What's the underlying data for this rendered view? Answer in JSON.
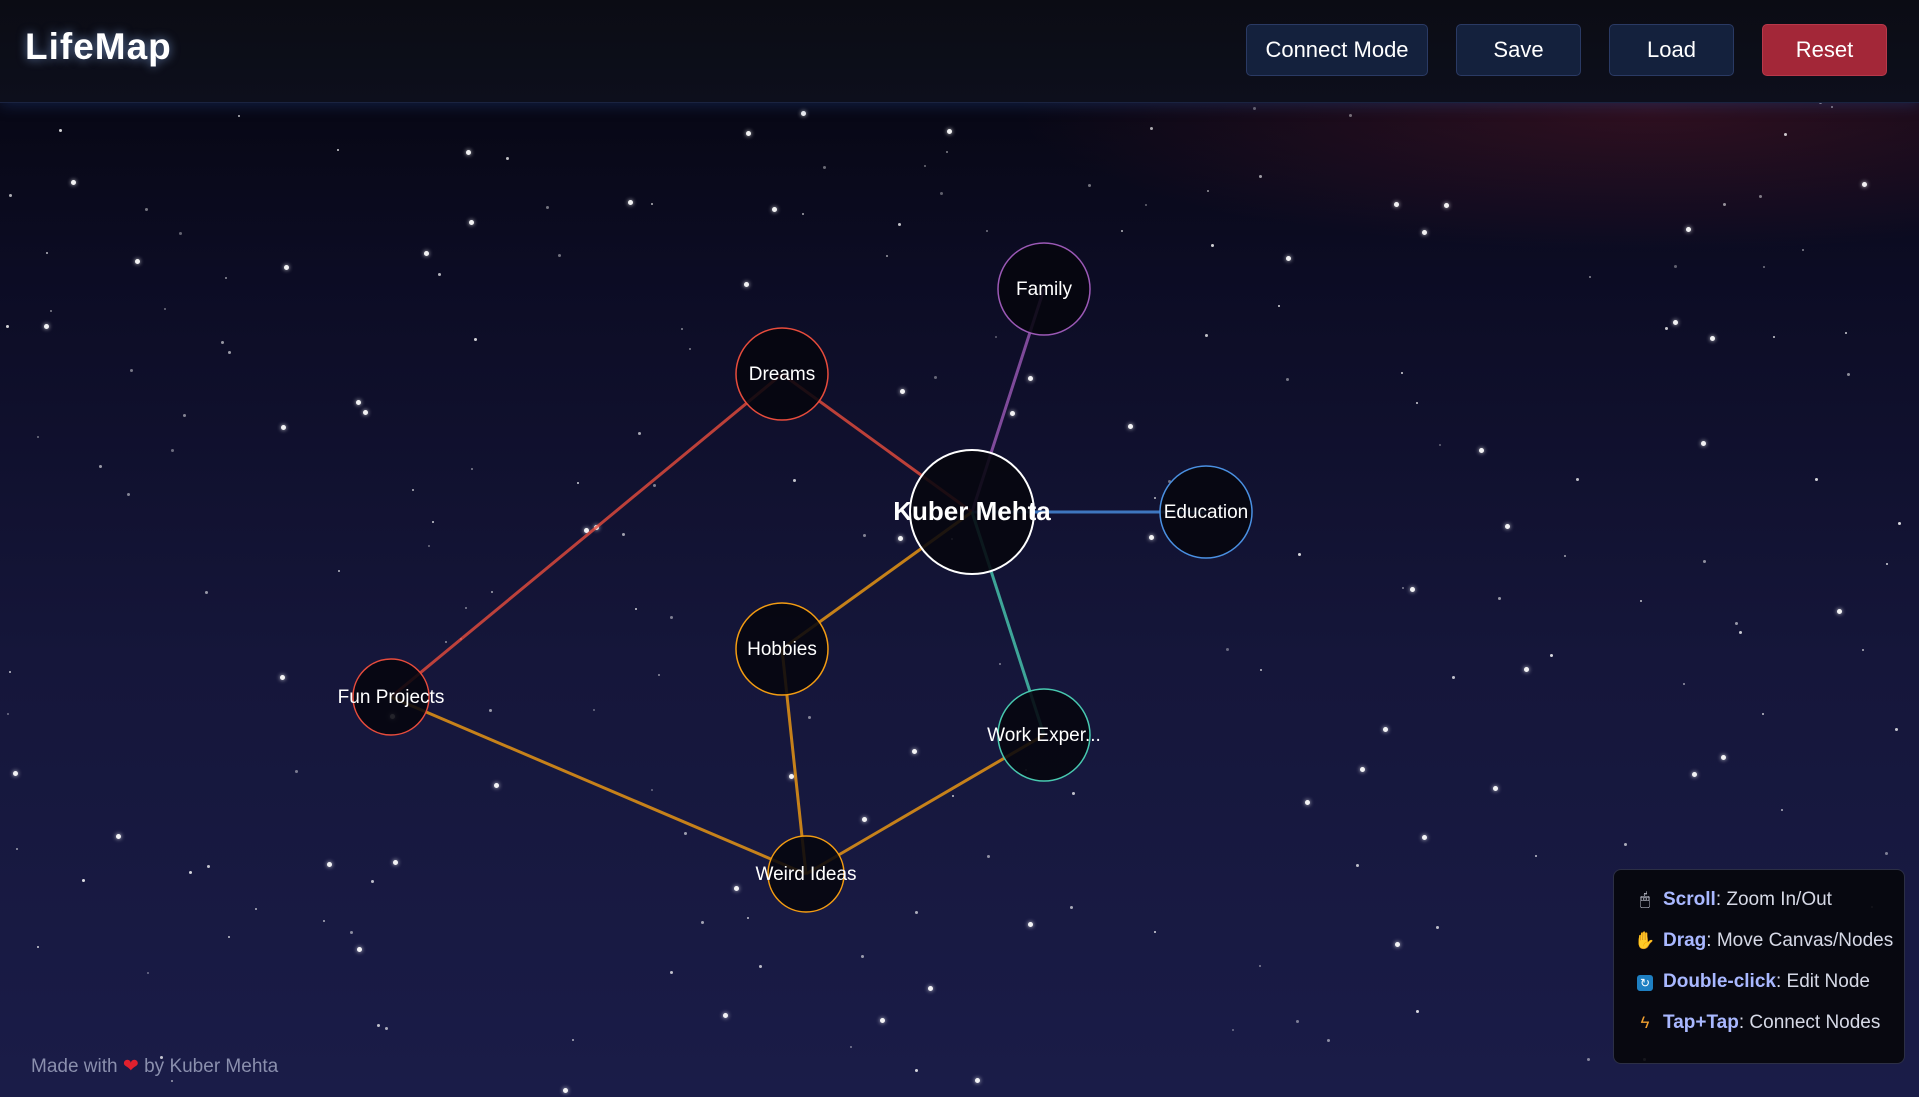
{
  "app": {
    "title": "LifeMap"
  },
  "toolbar": {
    "connect_label": "Connect Mode",
    "save_label": "Save",
    "load_label": "Load",
    "reset_label": "Reset"
  },
  "graph": {
    "center": {
      "id": "center",
      "label": "Kuber Mehta",
      "color": "#ffffff"
    },
    "nodes": [
      {
        "id": "family",
        "label": "Family",
        "color": "#9b59b6"
      },
      {
        "id": "dreams",
        "label": "Dreams",
        "color": "#e74c3c"
      },
      {
        "id": "education",
        "label": "Education",
        "color": "#4a90e2"
      },
      {
        "id": "hobbies",
        "label": "Hobbies",
        "color": "#f39c12"
      },
      {
        "id": "work",
        "label": "Work Exper...",
        "color": "#48c9b0"
      },
      {
        "id": "fun",
        "label": "Fun Projects",
        "color": "#e74c3c"
      },
      {
        "id": "weird",
        "label": "Weird Ideas",
        "color": "#f39c12"
      }
    ],
    "edges": [
      {
        "from": "center",
        "to": "family",
        "color": "#9b59b6"
      },
      {
        "from": "center",
        "to": "dreams",
        "color": "#e74c3c"
      },
      {
        "from": "center",
        "to": "education",
        "color": "#4a90e2"
      },
      {
        "from": "center",
        "to": "hobbies",
        "color": "#f39c12"
      },
      {
        "from": "center",
        "to": "work",
        "color": "#48c9b0"
      },
      {
        "from": "dreams",
        "to": "fun",
        "color": "#e74c3c"
      },
      {
        "from": "fun",
        "to": "weird",
        "color": "#f39c12"
      },
      {
        "from": "hobbies",
        "to": "weird",
        "color": "#f39c12"
      },
      {
        "from": "weird",
        "to": "work",
        "color": "#f39c12"
      }
    ]
  },
  "help": {
    "items": [
      {
        "icon": "mouse-icon",
        "key": "Scroll",
        "desc": ": Zoom In/Out"
      },
      {
        "icon": "hand-icon",
        "key": "Drag",
        "desc": ": Move Canvas/Nodes"
      },
      {
        "icon": "refresh-icon",
        "key": "Double-click",
        "desc": ": Edit Node"
      },
      {
        "icon": "lightning-icon",
        "key": "Tap+Tap",
        "desc": ": Connect Nodes"
      }
    ]
  },
  "footer": {
    "prefix": "Made with",
    "heart": "❤",
    "suffix": "by Kuber Mehta"
  }
}
